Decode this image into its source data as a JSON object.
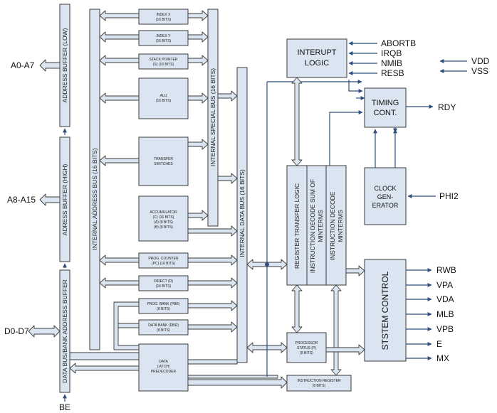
{
  "buffers": {
    "addr_low": "ADDRESS BUFFER (LOW)",
    "addr_high": "ADRESS BUFFER (HIGH)",
    "data_bank": "DATA BUS/BANK ADDRESS BUFFER"
  },
  "buses": {
    "internal_address": "INTERNAL ADDRESS BUS (16 BITS)",
    "internal_special": "INTERNAL SPECIAL BUS (16 BITS)",
    "internal_data": "INTERNAL DATA BUS (16 BITS)"
  },
  "registers": {
    "index_x": [
      "INDEX X",
      "(16 BITS)"
    ],
    "index_y": [
      "INDEX Y",
      "(16 BITS)"
    ],
    "stack_pointer": [
      "STACK POINTER",
      "(S) (16 BITS)"
    ],
    "alu": [
      "ALU",
      "(16 BITS)"
    ],
    "transfer": [
      "TRANSFER",
      "SWITCHES"
    ],
    "accumulator": [
      "ACCUMULATOR",
      "(C) (16 BITS)",
      "(A) (8 BITS)",
      "(B) (8 BITS)"
    ],
    "prog_counter": [
      "PROG. COUNTER",
      "(PC) (16 BITS)"
    ],
    "direct": [
      "DIRECT (D)",
      "(16 BITS)"
    ],
    "prog_bank": [
      "PROG. BANK (PBR)",
      "(8 BITS)"
    ],
    "data_bank": [
      "DATA BANK (DBR)",
      "(8 BITS)"
    ],
    "data_latch": [
      "DATA",
      "LATCH/",
      "PREDECODER"
    ],
    "processor_status": [
      "PROCESSOR",
      "STATUS (P)",
      "(8 BITS)"
    ],
    "instruction_register": [
      "INSTRUCTION REGISTER",
      "(8 BITS)"
    ]
  },
  "logic": {
    "interrupt": [
      "INTERUPT",
      "LOGIC"
    ],
    "timing": [
      "TIMING",
      "CONT."
    ],
    "clock": [
      "CLOCK",
      "GEN-",
      "ERATOR"
    ],
    "register_transfer": "REGISTER TRANSFER LOGIC",
    "decode_sum": [
      "INSTRUCTION DECODE SUM OF",
      "MINTERMS"
    ],
    "decode": [
      "INSTRUCTION DECODE",
      "MINTERMS"
    ],
    "system_control": "STSTEM CONTROL"
  },
  "pins": {
    "a0": "A0-A7",
    "a8": "A8-A15",
    "d0": "D0-D7",
    "be": "BE",
    "abortb": "ABORTB",
    "irqb": "IRQB",
    "nmib": "NMIB",
    "resb": "RESB",
    "vdd": "VDD",
    "vss": "VSS",
    "rdy": "RDY",
    "phi2": "PHI2",
    "outputs": [
      "RWB",
      "VPA",
      "VDA",
      "MLB",
      "VPB",
      "E",
      "MX"
    ]
  }
}
